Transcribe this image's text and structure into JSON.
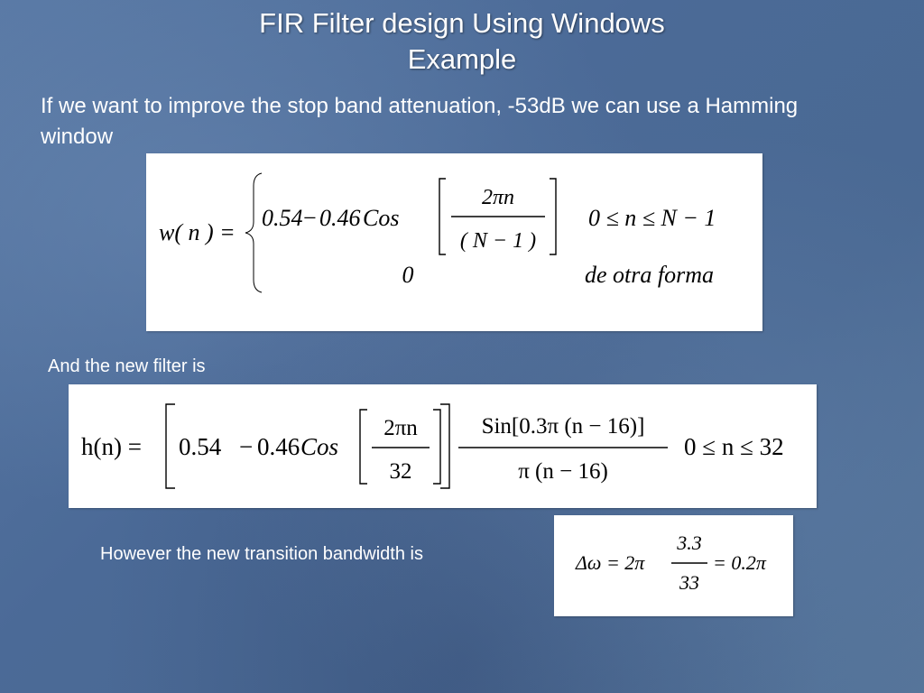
{
  "slide": {
    "title_line1": "FIR Filter design Using Windows",
    "title_line2": "Example",
    "intro_text": "If we want to improve the stop band attenuation, -53dB we can use a Hamming window",
    "new_filter_label": "And the new filter is",
    "bandwidth_label": "However the new transition bandwidth is"
  },
  "eq1": {
    "lhs": "w( n ) =",
    "coeff": "0.54",
    "minus1": "−",
    "coeff2": "0.46",
    "func": "Cos",
    "num": "2πn",
    "den": "( N − 1 )",
    "cond": "0 ≤ n ≤ N − 1",
    "zero": "0",
    "otherwise": "de otra forma"
  },
  "eq2": {
    "lhs": "h(n) =",
    "coeff": "0.54",
    "minus1": "−",
    "coeff2": "0.46",
    "func": "Cos",
    "num": "2πn",
    "den": "32",
    "sinc_num": "Sin[0.3π (n − 16)]",
    "sinc_den": "π (n − 16)",
    "cond": "0 ≤ n ≤ 32"
  },
  "eq3": {
    "lhs": "Δω = 2π",
    "num": "3.3",
    "den": "33",
    "rhs": "= 0.2π"
  }
}
